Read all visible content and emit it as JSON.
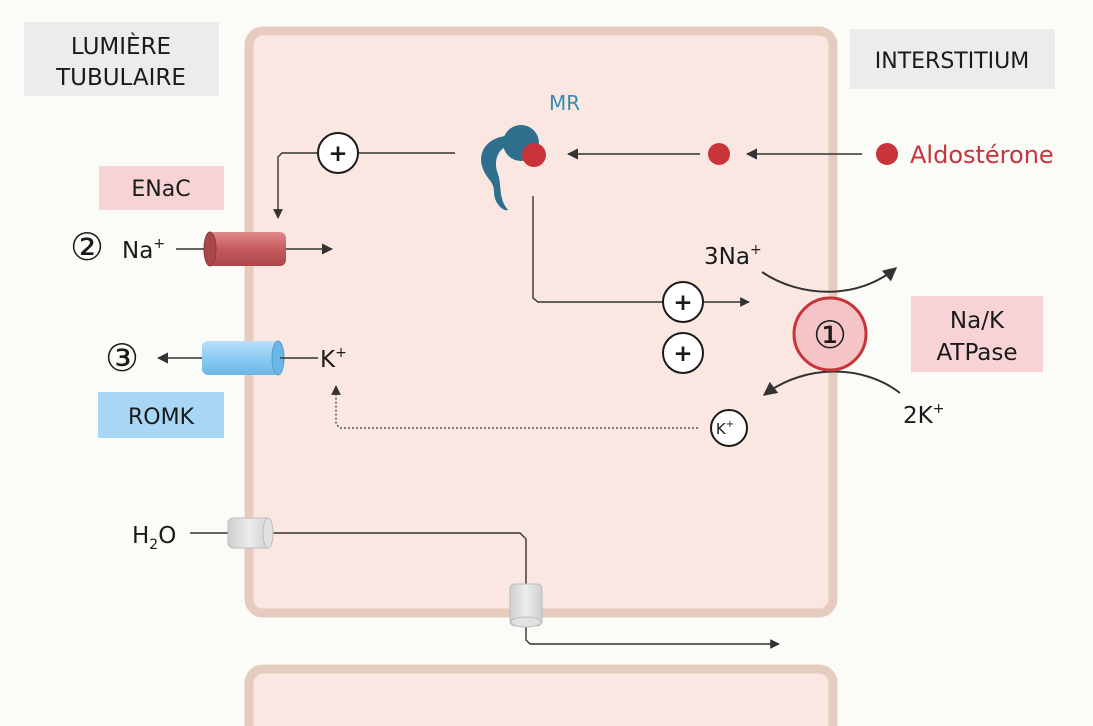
{
  "labels": {
    "lumen_line1": "LUMIÈRE",
    "lumen_line2": "TUBULAIRE",
    "interstitium": "INTERSTITIUM",
    "enac": "ENaC",
    "romk": "ROMK",
    "na_k_line1": "Na/K",
    "na_k_line2": "ATPase",
    "mr": "MR",
    "aldosterone": "Aldostérone",
    "na_base": "Na",
    "na_sup": "+",
    "k_base": "K",
    "k_sup": "+",
    "na3_base": "3Na",
    "na3_sup": "+",
    "k2_base": "2K",
    "k2_sup": "+",
    "h2o_h": "H",
    "h2o_sub": "2",
    "h2o_o": "O",
    "k_small_base": "K",
    "k_small_sup": "+",
    "plus": "+"
  },
  "markers": {
    "one": "①",
    "two": "②",
    "three": "③"
  },
  "colors": {
    "cell_fill": "#fae7e1",
    "cell_border": "#e6ccbe",
    "enac": "#c65a5e",
    "romk": "#8ccbf2",
    "mr": "#2d6f8c",
    "aldosterone": "#c8343a",
    "pink_label": "#f7d3d5",
    "blue_label": "#a8d7f4",
    "gray_label": "#ececec"
  }
}
